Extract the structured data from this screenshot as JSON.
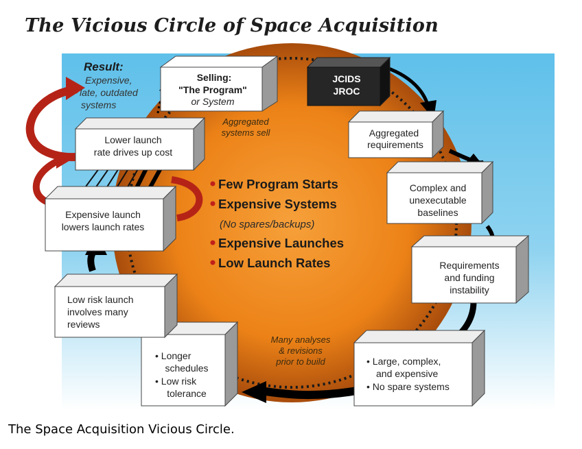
{
  "title": "The Vicious Circle of Space Acquisition",
  "caption": "The Space Acquisition Vicious Circle.",
  "colors": {
    "orange_center": "#f08a1e",
    "orange_edge": "#a84c0c",
    "sky": "#69c6ec",
    "red_arrow": "#b52317",
    "dark_box": "#222222"
  },
  "result": {
    "title": "Result:",
    "lines": [
      "Expensive,",
      "late, outdated",
      "systems"
    ]
  },
  "boxes": {
    "selling": [
      "Selling:",
      "\"The Program\"",
      "or System"
    ],
    "jcids": [
      "JCIDS",
      "JROC"
    ],
    "aggregated": [
      "Aggregated",
      "requirements"
    ],
    "complex": [
      "Complex and",
      "unexecutable",
      "baselines"
    ],
    "instability": [
      "Requirements",
      "and funding",
      "instability"
    ],
    "large": [
      "• Large, complex,",
      "and expensive",
      "• No spare systems"
    ],
    "longer": [
      "•   Longer",
      "schedules",
      "•   Low risk",
      "tolerance"
    ],
    "lowrisk": [
      "Low risk launch",
      "involves many",
      "reviews"
    ],
    "expensive_launch": [
      "Expensive launch",
      "lowers launch rates"
    ],
    "lower_launch": [
      "Lower launch",
      "rate drives up cost"
    ]
  },
  "annotations": {
    "aggregated_sell": [
      "Aggregated",
      "systems sell"
    ],
    "many_analyses": [
      "Many analyses",
      "& revisions",
      "prior to build"
    ]
  },
  "center": {
    "items": [
      "Few Program Starts",
      "Expensive Systems",
      "Expensive Launches",
      "Low Launch Rates"
    ],
    "note": "(No spares/backups)"
  }
}
